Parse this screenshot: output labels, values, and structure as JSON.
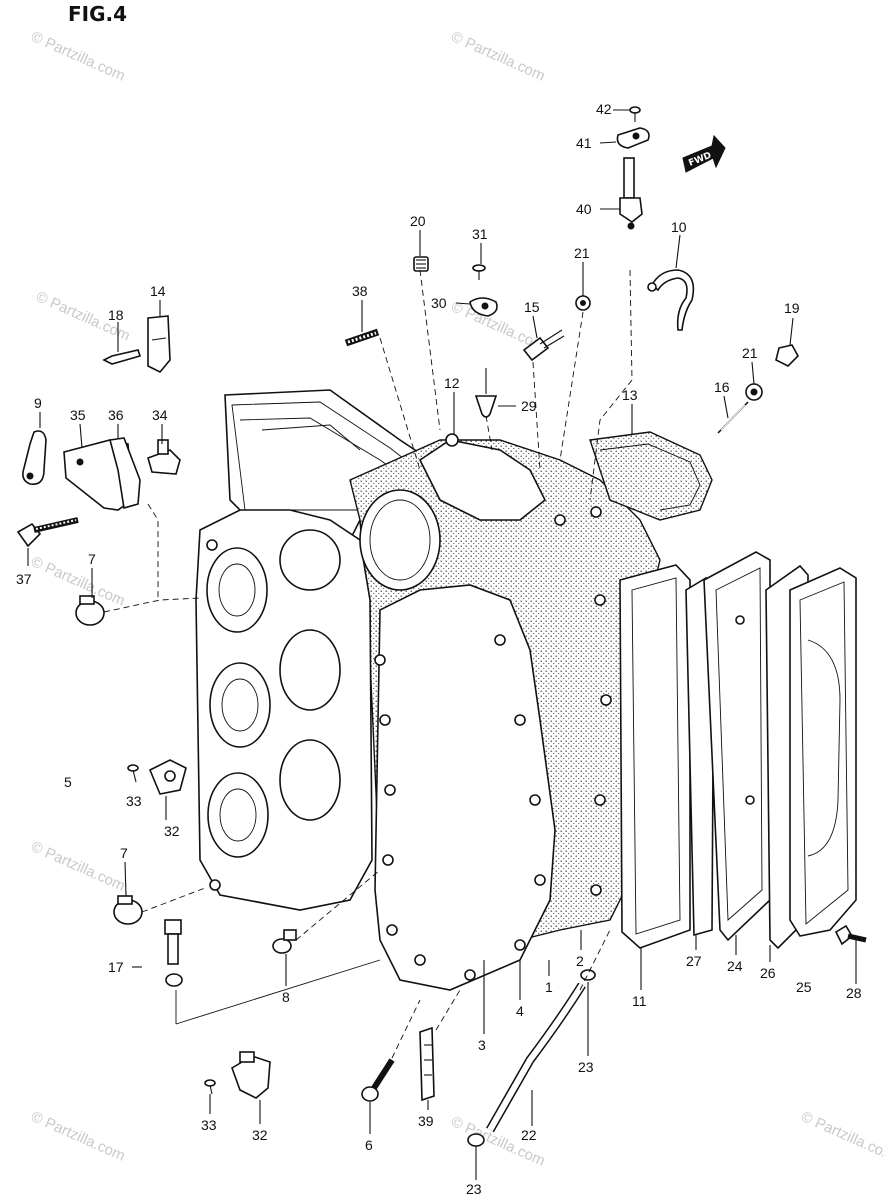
{
  "figure": {
    "title": "FIG.4",
    "forward_badge": "FWD"
  },
  "watermark": "© Partzilla.com",
  "callouts": [
    {
      "id": "c42",
      "text": "42"
    },
    {
      "id": "c41",
      "text": "41"
    },
    {
      "id": "c40",
      "text": "40"
    },
    {
      "id": "c10",
      "text": "10"
    },
    {
      "id": "c20",
      "text": "20"
    },
    {
      "id": "c31",
      "text": "31"
    },
    {
      "id": "c21a",
      "text": "21"
    },
    {
      "id": "c14",
      "text": "14"
    },
    {
      "id": "c18",
      "text": "18"
    },
    {
      "id": "c38",
      "text": "38"
    },
    {
      "id": "c30",
      "text": "30"
    },
    {
      "id": "c15",
      "text": "15"
    },
    {
      "id": "c19",
      "text": "19"
    },
    {
      "id": "c21b",
      "text": "21"
    },
    {
      "id": "c12",
      "text": "12"
    },
    {
      "id": "c29",
      "text": "29"
    },
    {
      "id": "c16",
      "text": "16"
    },
    {
      "id": "c13",
      "text": "13"
    },
    {
      "id": "c9",
      "text": "9"
    },
    {
      "id": "c35",
      "text": "35"
    },
    {
      "id": "c36",
      "text": "36"
    },
    {
      "id": "c34",
      "text": "34"
    },
    {
      "id": "c37",
      "text": "37"
    },
    {
      "id": "c7a",
      "text": "7"
    },
    {
      "id": "c5",
      "text": "5"
    },
    {
      "id": "c33a",
      "text": "33"
    },
    {
      "id": "c32a",
      "text": "32"
    },
    {
      "id": "c7b",
      "text": "7"
    },
    {
      "id": "c17",
      "text": "17"
    },
    {
      "id": "c8",
      "text": "8"
    },
    {
      "id": "c2",
      "text": "2"
    },
    {
      "id": "c1",
      "text": "1"
    },
    {
      "id": "c4",
      "text": "4"
    },
    {
      "id": "c3",
      "text": "3"
    },
    {
      "id": "c11",
      "text": "11"
    },
    {
      "id": "c27",
      "text": "27"
    },
    {
      "id": "c24",
      "text": "24"
    },
    {
      "id": "c26",
      "text": "26"
    },
    {
      "id": "c25",
      "text": "25"
    },
    {
      "id": "c28",
      "text": "28"
    },
    {
      "id": "c23a",
      "text": "23"
    },
    {
      "id": "c39",
      "text": "39"
    },
    {
      "id": "c22",
      "text": "22"
    },
    {
      "id": "c6",
      "text": "6"
    },
    {
      "id": "c33b",
      "text": "33"
    },
    {
      "id": "c32b",
      "text": "32"
    },
    {
      "id": "c23b",
      "text": "23"
    }
  ]
}
